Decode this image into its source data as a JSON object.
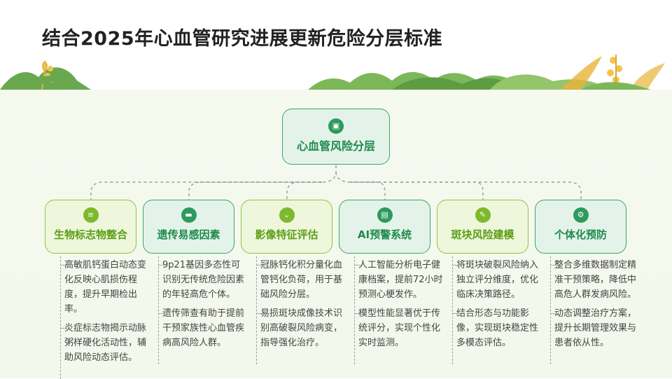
{
  "title": "结合2025年心血管研究进展更新危险分层标准",
  "root": {
    "label": "心血管风险分层",
    "icon": "inbox-icon"
  },
  "categories": [
    {
      "label": "生物标志物整合",
      "icon": "database-icon",
      "style": "lime",
      "bullets": [
        "高敏肌钙蛋白动态变化反映心肌损伤程度，提升早期检出率。",
        "炎症标志物揭示动脉粥样硬化活动性，辅助风险动态评估。"
      ]
    },
    {
      "label": "遗传易感因素",
      "icon": "car-icon",
      "style": "green",
      "bullets": [
        "9p21基因多态性可识别无传统危险因素的年轻高危个体。",
        "遗传筛查有助于提前干预家族性心血管疾病高风险人群。"
      ]
    },
    {
      "label": "影像特征评估",
      "icon": "chevron-down-icon",
      "style": "lime",
      "bullets": [
        "冠脉钙化积分量化血管钙化负荷，用于基础风险分层。",
        "易损斑块成像技术识别高破裂风险病变，指导强化治疗。"
      ]
    },
    {
      "label": "AI预警系统",
      "icon": "document-icon",
      "style": "green",
      "bullets": [
        "人工智能分析电子健康档案，提前72小时预测心梗发作。",
        "模型性能显著优于传统评分，实现个性化实时监测。"
      ]
    },
    {
      "label": "斑块风险建模",
      "icon": "clipboard-icon",
      "style": "lime",
      "bullets": [
        "将斑块破裂风险纳入独立评分维度，优化临床决策路径。",
        "结合形态与功能影像，实现斑块稳定性多模态评估。"
      ]
    },
    {
      "label": "个体化预防",
      "icon": "gear-icon",
      "style": "green",
      "bullets": [
        "整合多维数据制定精准干预策略，降低中高危人群发病风险。",
        "动态调整治疗方案，提升长期管理效果与患者依从性。"
      ]
    }
  ]
}
